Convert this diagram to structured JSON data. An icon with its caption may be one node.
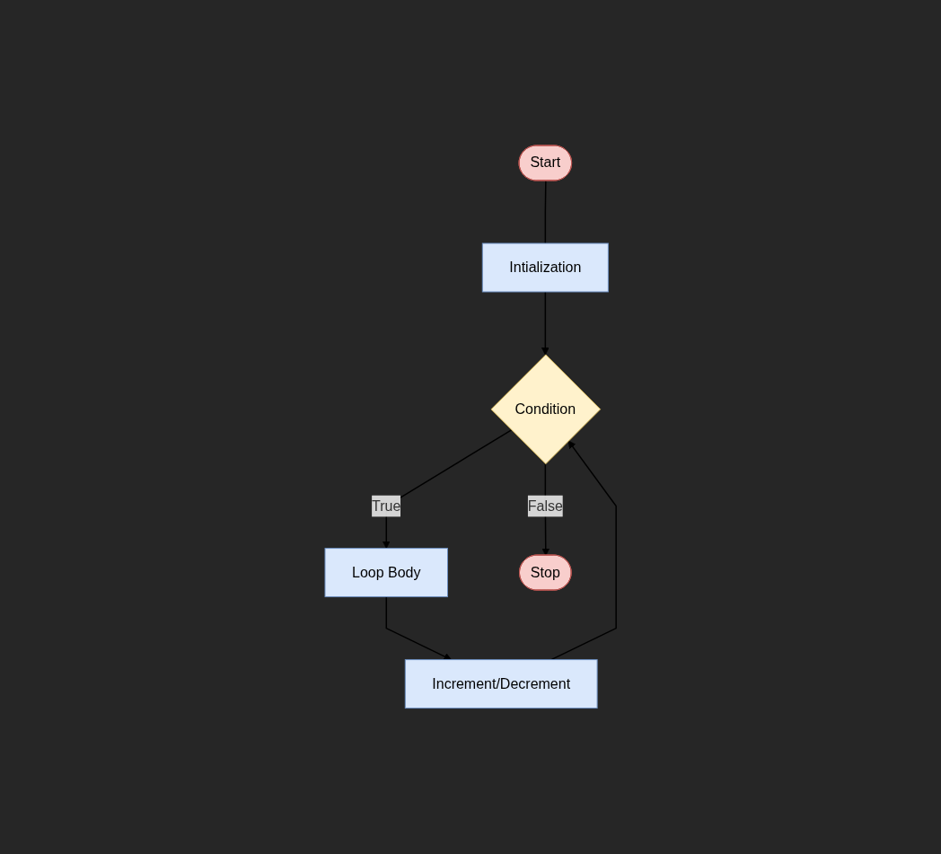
{
  "diagram": {
    "nodes": [
      {
        "text": [
          "Start"
        ]
      },
      {
        "text": [
          "Intialization"
        ]
      },
      {
        "text": [
          "Increment/Decrement"
        ]
      },
      {
        "text": [
          "Condition"
        ]
      },
      {
        "text": [
          "Loop Body"
        ]
      },
      {
        "text": [
          "Stop"
        ]
      }
    ],
    "edges": [
      {
        "from": 0,
        "to": 1,
        "arrow": "none"
      },
      {
        "from": 1,
        "to": 3,
        "arrow": "to"
      },
      {
        "from": 2,
        "to": 3,
        "arrow": "to"
      },
      {
        "from": 3,
        "to": 4,
        "arrow": "to",
        "label": "True"
      },
      {
        "from": 3,
        "to": 5,
        "arrow": "to",
        "label": "False"
      },
      {
        "from": 4,
        "to": 2,
        "arrow": "to"
      }
    ]
  }
}
